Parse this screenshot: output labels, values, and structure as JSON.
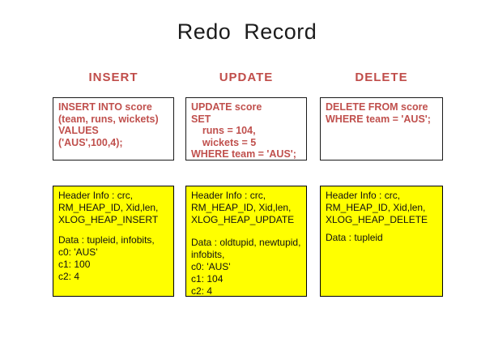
{
  "title": "Redo  Record",
  "colors": {
    "accent_red_sql": "#C0504D",
    "accent_red_headers": "#C04D4A",
    "redo_box_yellow": "#FFFF00",
    "box_border_black": "#000000",
    "title_black": "#1C1C1C",
    "background_white": "#FFFFFF"
  },
  "columns": [
    {
      "id": "insert",
      "header": "INSERT",
      "sql": "INSERT INTO score\n(team, runs, wickets)\nVALUES\n('AUS',100,4);",
      "redo_header": "Header Info : crc,\nRM_HEAP_ID, Xid,len,\nXLOG_HEAP_INSERT",
      "redo_data": "Data : tupleid, infobits,\nc0: 'AUS'\nc1: 100\nc2: 4"
    },
    {
      "id": "update",
      "header": "UPDATE",
      "sql": "UPDATE score\nSET\n    runs = 104,\n    wickets = 5\nWHERE team = 'AUS';",
      "redo_header": "Header Info : crc,\nRM_HEAP_ID, Xid,len,\nXLOG_HEAP_UPDATE",
      "redo_data": "Data : oldtupid, newtupid,\ninfobits,\nc0: 'AUS'\nc1: 104\nc2: 4"
    },
    {
      "id": "delete",
      "header": "DELETE",
      "sql": "DELETE FROM score\nWHERE team = 'AUS';",
      "redo_header": "Header Info : crc,\nRM_HEAP_ID, Xid,len,\nXLOG_HEAP_DELETE",
      "redo_data": "Data : tupleid"
    }
  ]
}
